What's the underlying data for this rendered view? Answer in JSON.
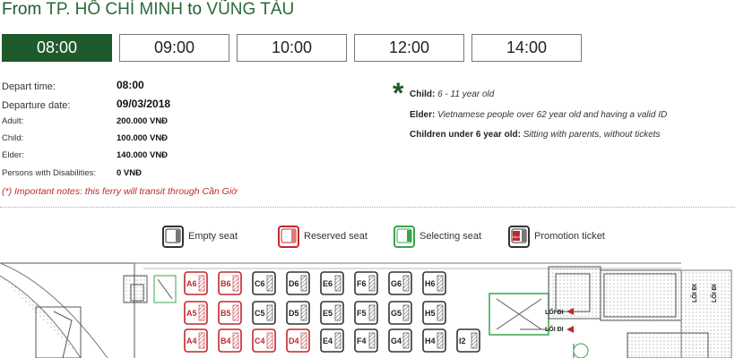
{
  "route": {
    "prefix": "From",
    "origin": "TP. HỒ CHÍ MINH",
    "connector": "to",
    "destination": "VŨNG TÀU"
  },
  "times": [
    {
      "label": "08:00",
      "active": true
    },
    {
      "label": "09:00",
      "active": false
    },
    {
      "label": "10:00",
      "active": false
    },
    {
      "label": "12:00",
      "active": false
    },
    {
      "label": "14:00",
      "active": false
    }
  ],
  "info": {
    "depart_time_label": "Depart time:",
    "depart_time": "08:00",
    "departure_date_label": "Departure date:",
    "departure_date": "09/03/2018",
    "adult_label": "Adult:",
    "adult": "200.000 VNĐ",
    "child_label": "Child:",
    "child": "100.000 VNĐ",
    "elder_label": "Elder:",
    "elder": "140.000 VNĐ",
    "disabled_label": "Persons with Disabilities:",
    "disabled": "0 VNĐ"
  },
  "note": "(*) Important notes: this ferry will transit through Cần Giờ",
  "legend_notes": {
    "child_label": "Child:",
    "child_text": "6 - 11 year old",
    "elder_label": "Elder:",
    "elder_text": "Vietnamese people over 62 year old and having a valid ID",
    "under6_label": "Children under 6 year old:",
    "under6_text": "Sitting with parents, without tickets"
  },
  "seat_legend": {
    "empty": "Empty seat",
    "reserved": "Reserved seat",
    "selecting": "Selecting seat",
    "promotion": "Promotion ticket",
    "promotion_badge": "SALE"
  },
  "colors": {
    "brand_green": "#1f5a2c",
    "reserved_red": "#c0282d",
    "selecting_green": "#3aa44a",
    "empty_gray": "#333333"
  },
  "exit_label": "LỐI ĐI",
  "seat_rows": [
    [
      {
        "id": "A6",
        "s": "reserved"
      },
      {
        "id": "B6",
        "s": "reserved"
      },
      {
        "id": "C6",
        "s": "empty"
      },
      {
        "id": "D6",
        "s": "empty"
      },
      {
        "id": "E6",
        "s": "empty"
      },
      {
        "id": "F6",
        "s": "empty"
      },
      {
        "id": "G6",
        "s": "empty"
      },
      {
        "id": "H6",
        "s": "empty"
      }
    ],
    [
      {
        "id": "A5",
        "s": "reserved"
      },
      {
        "id": "B5",
        "s": "reserved"
      },
      {
        "id": "C5",
        "s": "empty"
      },
      {
        "id": "D5",
        "s": "empty"
      },
      {
        "id": "E5",
        "s": "empty"
      },
      {
        "id": "F5",
        "s": "empty"
      },
      {
        "id": "G5",
        "s": "empty"
      },
      {
        "id": "H5",
        "s": "empty"
      }
    ],
    [
      {
        "id": "A4",
        "s": "reserved"
      },
      {
        "id": "B4",
        "s": "reserved"
      },
      {
        "id": "C4",
        "s": "reserved"
      },
      {
        "id": "D4",
        "s": "reserved"
      },
      {
        "id": "E4",
        "s": "empty"
      },
      {
        "id": "F4",
        "s": "empty"
      },
      {
        "id": "G4",
        "s": "empty"
      },
      {
        "id": "H4",
        "s": "empty"
      },
      {
        "id": "I2",
        "s": "empty"
      }
    ]
  ]
}
